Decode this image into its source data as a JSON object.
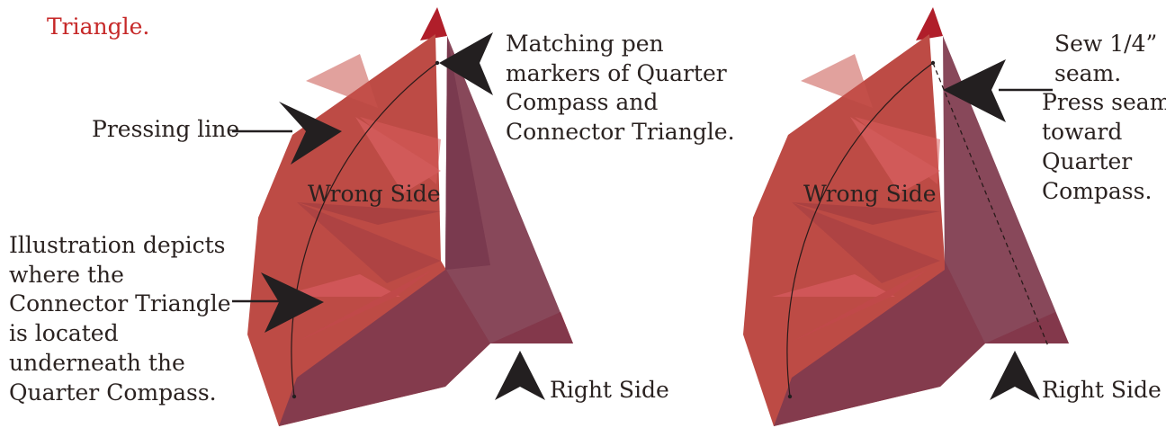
{
  "figure": {
    "top_caption": "Triangle.",
    "left_panel": {
      "pressing_line": "Pressing line",
      "matching_markers": [
        "Matching pen",
        "markers of Quarter",
        "Compass and",
        "Connector Triangle."
      ],
      "wrong_side": "Wrong Side",
      "illustration_note": [
        "Illustration depicts",
        "where the",
        "Connector Triangle",
        "is located",
        "underneath the",
        "Quarter Compass."
      ],
      "right_side": "Right Side"
    },
    "right_panel": {
      "sew_note": [
        "Sew 1/4”",
        "seam.",
        "Press seam",
        "toward",
        "Quarter",
        "Compass."
      ],
      "wrong_side": "Wrong Side",
      "right_side": "Right Side"
    }
  },
  "colors": {
    "caption_red": "#c62828",
    "quarter_compass": "#bd4b45",
    "connector_triangle": "#7f3a4d",
    "tip_red": "#b01e2a",
    "arrow": "#231f20"
  }
}
